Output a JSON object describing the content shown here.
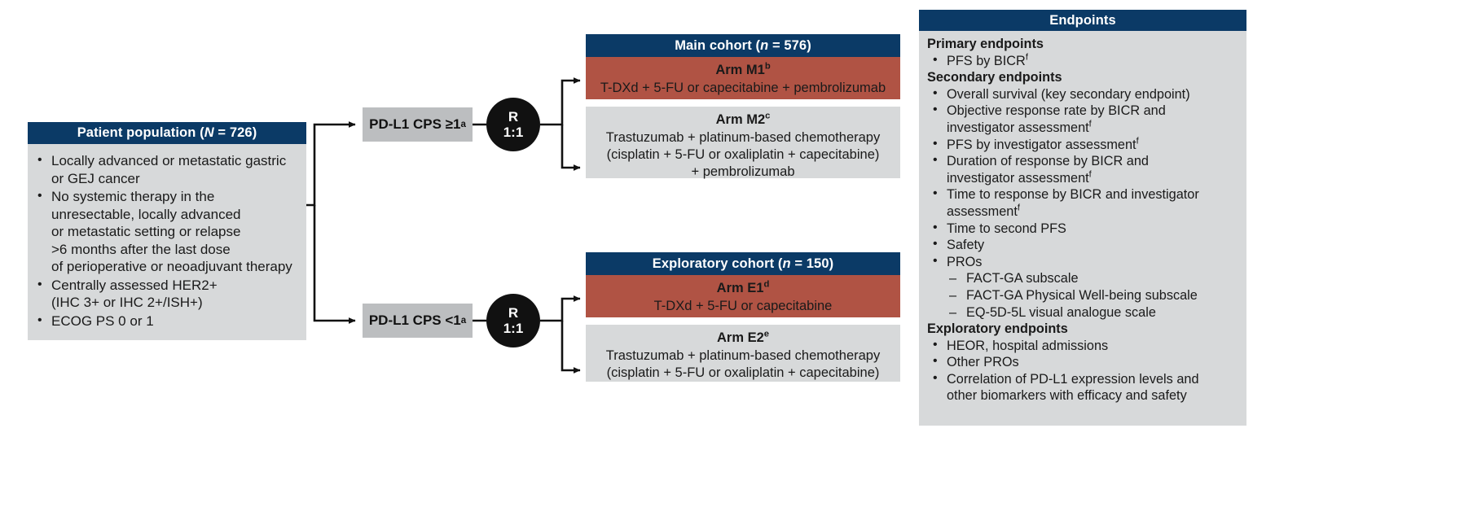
{
  "patient_population": {
    "header": "Patient population (N = 726)",
    "header_n_label": "N",
    "header_n_value": "726",
    "bullets": [
      "Locally advanced or metastatic gastric or GEJ cancer",
      "No systemic therapy in the unresectable, locally advanced or metastatic setting or relapse >6 months after the last dose of perioperative or neoadjuvant therapy",
      "Centrally assessed HER2+ (IHC 3+ or IHC 2+/ISH+)",
      "ECOG PS 0 or 1"
    ],
    "bullet_lines": [
      [
        "Locally advanced or metastatic gastric",
        "or GEJ cancer"
      ],
      [
        "No systemic therapy in the",
        "unresectable, locally advanced",
        "or metastatic setting or relapse",
        ">6 months after the last dose",
        "of perioperative or neoadjuvant therapy"
      ],
      [
        "Centrally assessed HER2+",
        "(IHC 3+ or IHC 2+/ISH+)"
      ],
      [
        "ECOG PS 0 or 1"
      ]
    ]
  },
  "stratification": {
    "cps_high_label": "PD-L1 CPS ≥1",
    "cps_high_footnote": "a",
    "cps_low_label": "PD-L1 CPS <1",
    "cps_low_footnote": "a"
  },
  "randomization": {
    "letter": "R",
    "ratio": "1:1"
  },
  "cohorts": [
    {
      "id": "main",
      "header_prefix": "Main cohort (",
      "header_italic_n": "n",
      "header_suffix": " = 576)",
      "n_value": "576",
      "arms": [
        {
          "id": "m1",
          "title": "Arm M1",
          "footnote": "b",
          "style": "red",
          "lines": [
            "T-DXd + 5-FU or capecitabine + pembrolizumab"
          ]
        },
        {
          "id": "m2",
          "title": "Arm M2",
          "footnote": "c",
          "style": "gray",
          "lines": [
            "Trastuzumab + platinum-based chemotherapy",
            "(cisplatin + 5-FU or oxaliplatin + capecitabine)",
            "+ pembrolizumab"
          ]
        }
      ]
    },
    {
      "id": "exploratory",
      "header_prefix": "Exploratory cohort (",
      "header_italic_n": "n",
      "header_suffix": " = 150)",
      "n_value": "150",
      "arms": [
        {
          "id": "e1",
          "title": "Arm E1",
          "footnote": "d",
          "style": "red",
          "lines": [
            "T-DXd + 5-FU or capecitabine"
          ]
        },
        {
          "id": "e2",
          "title": "Arm E2",
          "footnote": "e",
          "style": "gray",
          "lines": [
            "Trastuzumab + platinum-based chemotherapy",
            "(cisplatin + 5-FU or oxaliplatin + capecitabine)"
          ]
        }
      ]
    }
  ],
  "endpoints": {
    "header": "Endpoints",
    "sections": [
      {
        "title": "Primary endpoints",
        "items": [
          {
            "lines": [
              "PFS by BICR"
            ],
            "footnote": "f"
          }
        ]
      },
      {
        "title": "Secondary endpoints",
        "items": [
          {
            "lines": [
              "Overall survival (key secondary endpoint)"
            ],
            "footnote": ""
          },
          {
            "lines": [
              "Objective response rate by BICR and",
              "investigator assessment"
            ],
            "footnote": "f"
          },
          {
            "lines": [
              "PFS by investigator assessment"
            ],
            "footnote": "f"
          },
          {
            "lines": [
              "Duration of response by BICR and",
              "investigator assessment"
            ],
            "footnote": "f"
          },
          {
            "lines": [
              "Time to response by BICR and investigator",
              "assessment"
            ],
            "footnote": "f"
          },
          {
            "lines": [
              "Time to second PFS"
            ],
            "footnote": ""
          },
          {
            "lines": [
              "Safety"
            ],
            "footnote": ""
          },
          {
            "lines": [
              "PROs"
            ],
            "footnote": "",
            "subitems": [
              "FACT-GA subscale",
              "FACT-GA Physical Well-being subscale",
              "EQ-5D-5L visual analogue scale"
            ]
          }
        ]
      },
      {
        "title": "Exploratory endpoints",
        "items": [
          {
            "lines": [
              "HEOR, hospital admissions"
            ],
            "footnote": ""
          },
          {
            "lines": [
              "Other PROs"
            ],
            "footnote": ""
          },
          {
            "lines": [
              "Correlation of PD-L1 expression levels and",
              "other biomarkers with efficacy and safety"
            ],
            "footnote": ""
          }
        ]
      }
    ]
  },
  "colors": {
    "navy": "#0b3a66",
    "terracotta": "#b05344",
    "light_gray": "#d7d9da",
    "mid_gray": "#bcbec0",
    "black": "#111111"
  }
}
